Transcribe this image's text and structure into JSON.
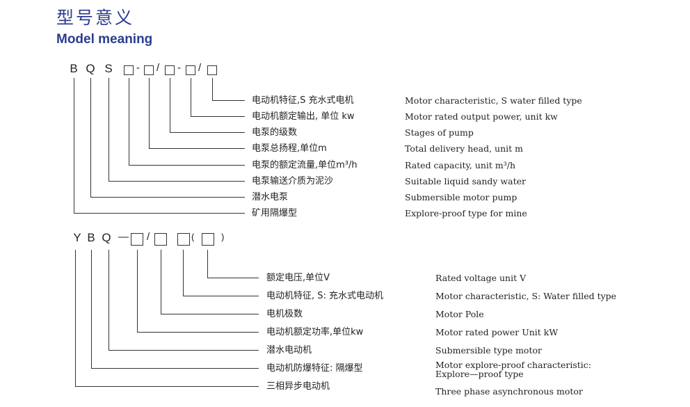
{
  "title_cn": "型号意义",
  "title_en": "Model meaning",
  "bqs": {
    "letters": [
      "B",
      "Q",
      "S"
    ],
    "separators": [
      "-",
      "/",
      "-",
      "/"
    ],
    "rows": [
      {
        "cn": "电动机特征,S 充水式电机",
        "en": "Motor characteristic, S water filled type"
      },
      {
        "cn": "电动机额定输出, 单位 kw",
        "en": "Motor rated output power, unit kw"
      },
      {
        "cn": "电泵的级数",
        "en": "Stages of pump"
      },
      {
        "cn": "电泵总扬程,单位m",
        "en": "Total delivery head, unit m"
      },
      {
        "cn": "电泵的额定流量,单位m³/h",
        "en": "Rated capacity, unit m³/h"
      },
      {
        "cn": "电泵输送介质为泥沙",
        "en": "Suitable liquid sandy water"
      },
      {
        "cn": "潜水电泵",
        "en": "Submersible motor pump"
      },
      {
        "cn": "矿用隔爆型",
        "en": "Explore-proof type for mine"
      }
    ]
  },
  "ybq": {
    "letters": [
      "Y",
      "B",
      "Q"
    ],
    "separators": [
      "—",
      "/",
      "(",
      ")"
    ],
    "rows": [
      {
        "cn": "额定电压,单位V",
        "en": "Rated voltage unit V"
      },
      {
        "cn": "电动机特征, S: 充水式电动机",
        "en": "Motor characteristic, S: Water filled type"
      },
      {
        "cn": "电机极数",
        "en": "Motor Pole"
      },
      {
        "cn": "电动机额定功率,单位kw",
        "en": "Motor rated power  Unit kW"
      },
      {
        "cn": "潜水电动机",
        "en": "Submersible type motor"
      },
      {
        "cn": "电动机防爆特征: 隔爆型",
        "en": "Motor explore-proof characteristic:",
        "en2": "Explore—proof type"
      },
      {
        "cn": "三相异步电动机",
        "en": "Three phase asynchronous motor"
      }
    ]
  }
}
